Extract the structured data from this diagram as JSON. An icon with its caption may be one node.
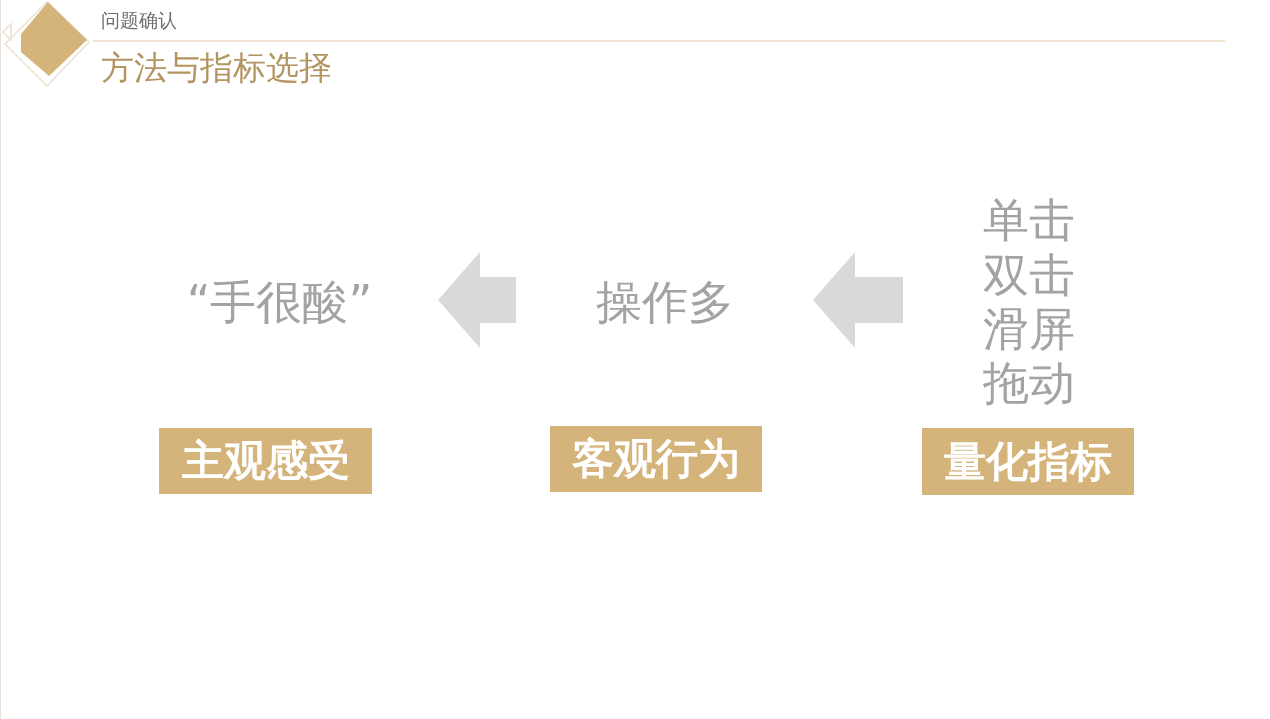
{
  "diagram": {
    "title": "方法与指标选择",
    "nodes": [
      {
        "text": [
          "“手很酸”"
        ]
      },
      {
        "text": [
          "操作多"
        ]
      },
      {
        "text": [
          "单击",
          "双击",
          "滑屏",
          "拖动"
        ]
      },
      {
        "text": [
          "主观感受"
        ]
      },
      {
        "text": [
          "客观行为"
        ]
      },
      {
        "text": [
          "量化指标"
        ]
      }
    ],
    "edges": [
      {
        "from": 2,
        "to": 1,
        "arrow": "to"
      },
      {
        "from": 1,
        "to": 0,
        "arrow": "to"
      }
    ],
    "labels": [
      "问题确认"
    ]
  }
}
